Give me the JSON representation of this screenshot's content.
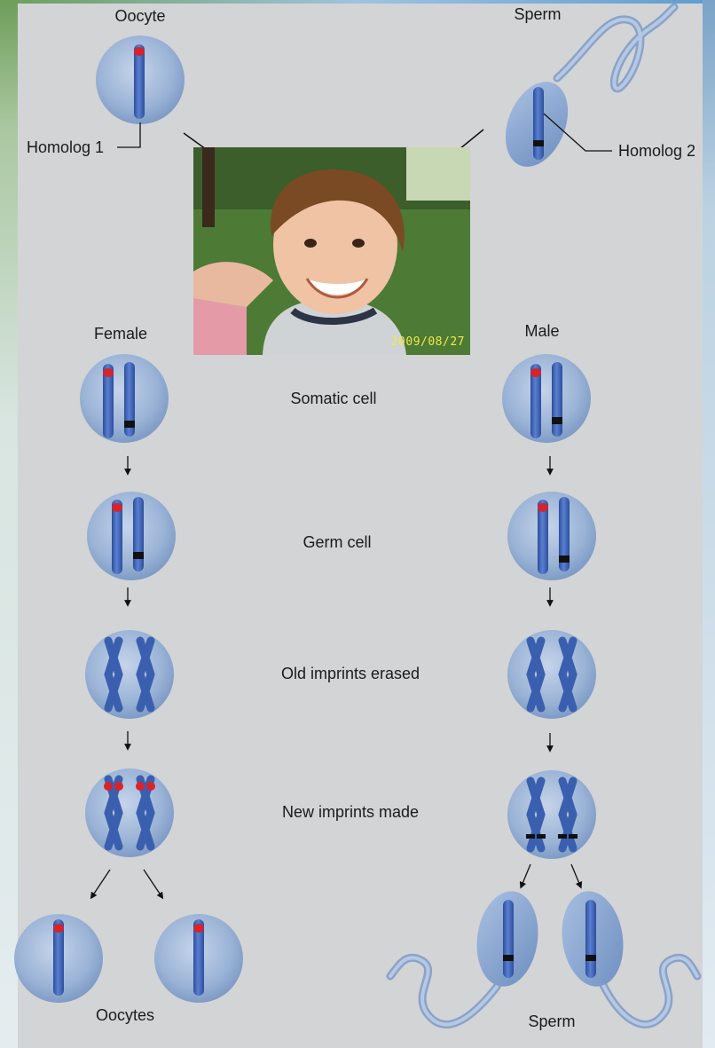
{
  "labels": {
    "oocyte": "Oocyte",
    "sperm_top": "Sperm",
    "homolog1": "Homolog 1",
    "homolog2": "Homolog 2",
    "female": "Female",
    "male": "Male",
    "somatic_cell": "Somatic cell",
    "germ_cell": "Germ cell",
    "old_imprints_erased": "Old imprints erased",
    "new_imprints_made": "New imprints made",
    "oocytes": "Oocytes",
    "sperm_bottom": "Sperm"
  },
  "photo": {
    "date_stamp": "2009/08/27"
  },
  "colors": {
    "cell_fill": "#9ab3d6",
    "chromosome": "#3a5fae",
    "maternal_imprint": "#d8232a",
    "paternal_imprint": "#111111",
    "background": "#d3d4d6"
  }
}
